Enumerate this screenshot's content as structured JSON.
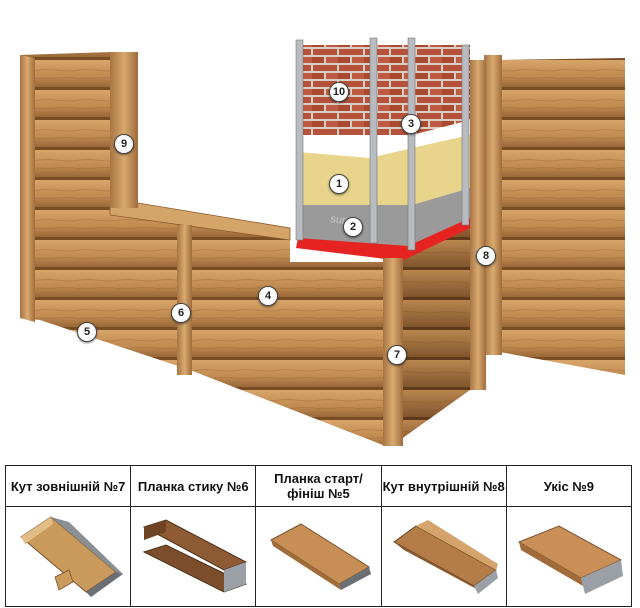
{
  "illustration": {
    "brand_watermark": "suntile",
    "callouts": [
      "1",
      "2",
      "3",
      "4",
      "5",
      "6",
      "7",
      "8",
      "9",
      "10"
    ]
  },
  "parts_table": {
    "headers": [
      "Кут зовнішній №7",
      "Планка стику №6",
      "Планка старт/ фініш №5",
      "Кут внутрішній №8",
      "Укіс №9"
    ],
    "images": [
      "outer-corner-profile",
      "joint-strip-profile",
      "start-finish-strip-profile",
      "inner-corner-profile",
      "window-slope-profile"
    ]
  },
  "colors": {
    "wood_light": "#c8955a",
    "wood_dark": "#8a5a2e",
    "brick": "#b5523b",
    "insulation": "#e8d48a",
    "membrane": "#9a9a9a",
    "red_strip": "#e52421",
    "metal": "#b8bcc0"
  }
}
